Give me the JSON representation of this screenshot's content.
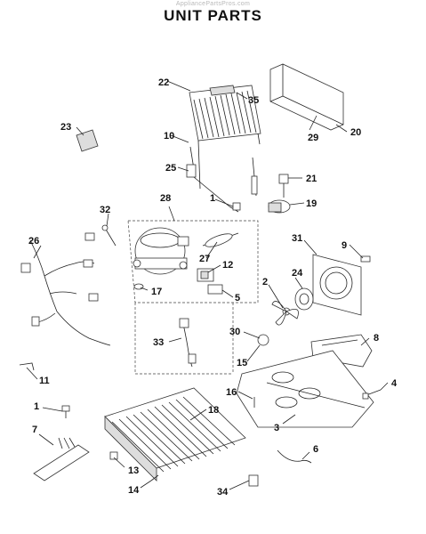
{
  "watermark": "AppliancePartsPros.com",
  "title": "UNIT PARTS",
  "callouts": {
    "c1a": "1",
    "c1b": "1",
    "c2": "2",
    "c3": "3",
    "c4": "4",
    "c5": "5",
    "c6": "6",
    "c7": "7",
    "c8": "8",
    "c9": "9",
    "c10": "10",
    "c11": "11",
    "c12": "12",
    "c13": "13",
    "c14": "14",
    "c15": "15",
    "c16": "16",
    "c17": "17",
    "c18": "18",
    "c19": "19",
    "c20": "20",
    "c21": "21",
    "c22": "22",
    "c23": "23",
    "c24": "24",
    "c25": "25",
    "c26": "26",
    "c27": "27",
    "c28": "28",
    "c29": "29",
    "c30": "30",
    "c31": "31",
    "c32": "32",
    "c33": "33",
    "c34": "34",
    "c35": "35"
  }
}
